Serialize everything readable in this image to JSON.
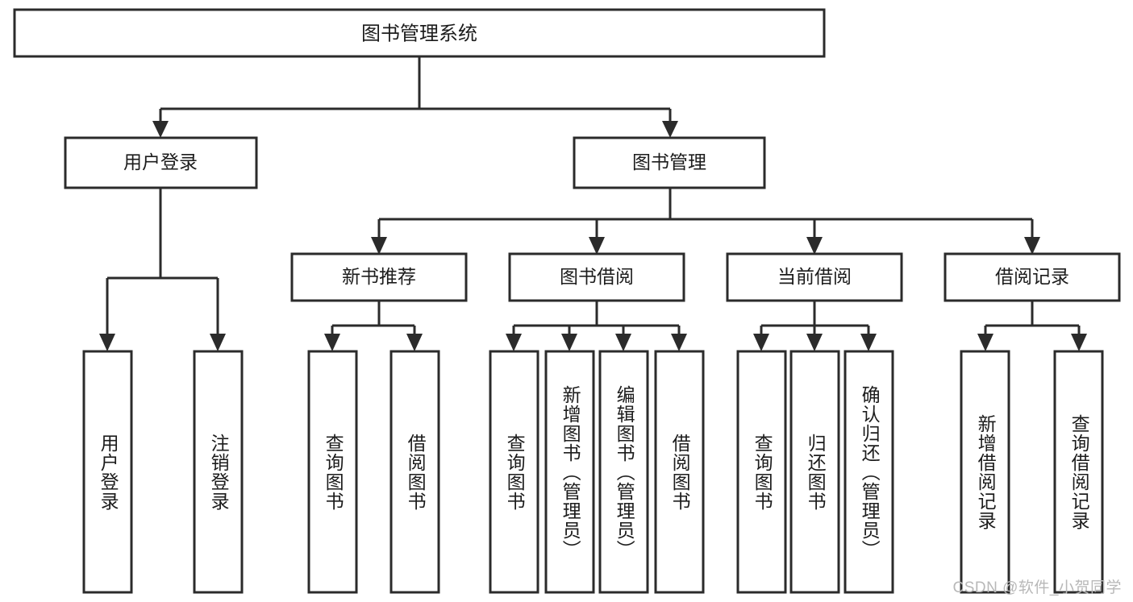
{
  "diagram": {
    "title": "图书管理系统",
    "root": {
      "label": "图书管理系统"
    },
    "level1": [
      {
        "label": "用户登录"
      },
      {
        "label": "图书管理"
      }
    ],
    "level2": [
      {
        "label": "新书推荐"
      },
      {
        "label": "图书借阅"
      },
      {
        "label": "当前借阅"
      },
      {
        "label": "借阅记录"
      }
    ],
    "leaves": {
      "user_login": [
        {
          "label": "用户登录"
        },
        {
          "label": "注销登录"
        }
      ],
      "new_book_recommend": [
        {
          "label": "查询图书"
        },
        {
          "label": "借阅图书"
        }
      ],
      "book_borrow": [
        {
          "label": "查询图书"
        },
        {
          "label": "新增图书（管理员）"
        },
        {
          "label": "编辑图书（管理员）"
        },
        {
          "label": "借阅图书"
        }
      ],
      "current_borrow": [
        {
          "label": "查询图书"
        },
        {
          "label": "归还图书"
        },
        {
          "label": "确认归还（管理员）"
        }
      ],
      "borrow_record": [
        {
          "label": "新增借阅记录"
        },
        {
          "label": "查询借阅记录"
        }
      ]
    }
  },
  "watermark": {
    "text": "CSDN @软件_小贺同学"
  },
  "colors": {
    "stroke": "#2b2b2b",
    "box_fill": "#ffffff",
    "text": "#1c1c1c",
    "watermark": "#b8b8b8",
    "background": "#ffffff"
  }
}
